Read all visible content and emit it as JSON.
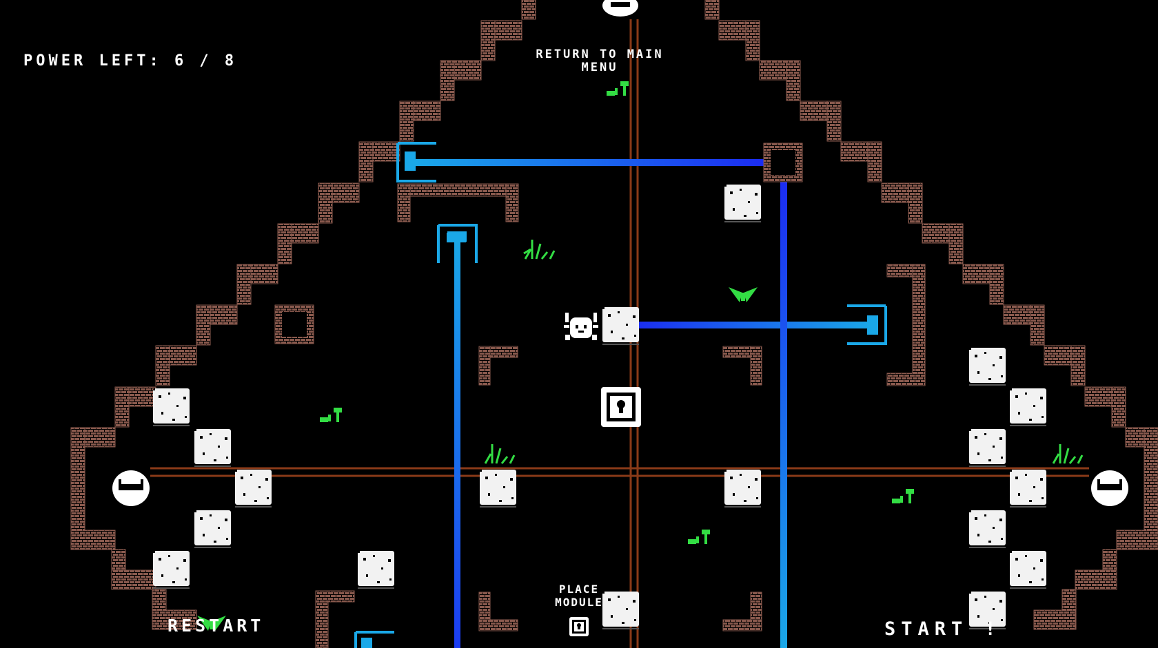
{
  "hud": {
    "power_label": "POWER LEFT:",
    "power_current": 6,
    "power_total": 8,
    "power_text": "POWER LEFT: 6 / 8",
    "menu_line1": "RETURN TO MAIN",
    "menu_line2": "MENU",
    "restart": "RESTART",
    "start": "START !",
    "place_line1": "PLACE",
    "place_line2": "MODULE"
  },
  "colors": {
    "background": "#000000",
    "brick": "#8a5a4e",
    "rail": "#8a3a18",
    "beam_cyan": "#1aa8e8",
    "beam_blue": "#1b3cf2",
    "emitter": "#1aa8e8",
    "plant": "#33dd44",
    "block": "#f0f0f0"
  },
  "icons": [
    "player-bug-icon",
    "white-block-icon",
    "keyhole-switch-icon",
    "round-receiver-icon",
    "laser-emitter-icon",
    "grass-icon",
    "butterfly-icon",
    "sprout-icon",
    "brick-wall-icon"
  ]
}
